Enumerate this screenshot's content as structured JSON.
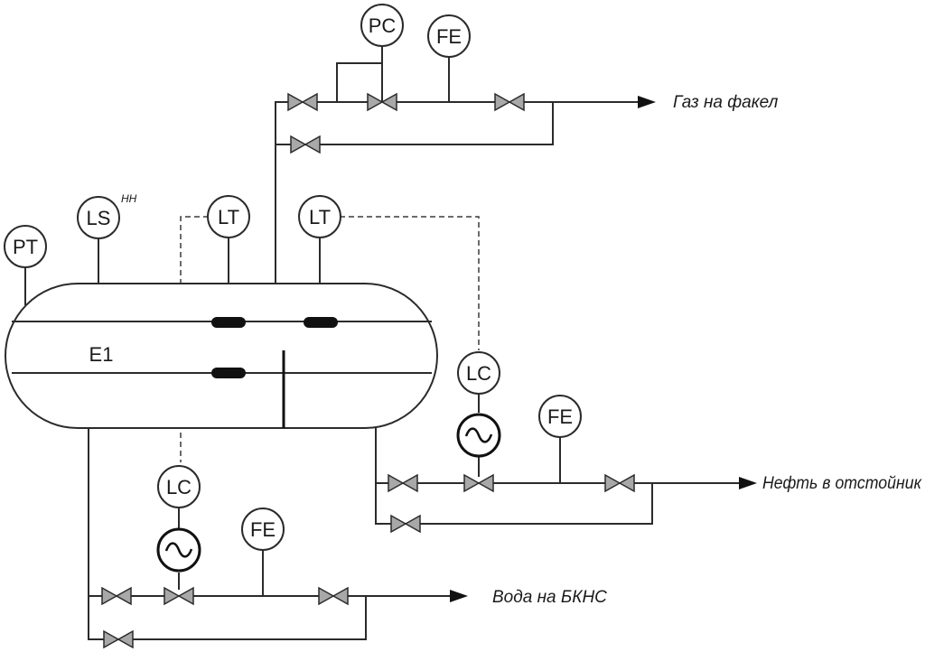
{
  "vessel": {
    "label": "E1"
  },
  "instruments": {
    "pt": "PT",
    "ls": "LS",
    "ls_sup": "НН",
    "lt_left": "LT",
    "lt_right": "LT",
    "pc": "PC",
    "fe_gas": "FE",
    "lc_oil": "LC",
    "fe_oil": "FE",
    "lc_water": "LC",
    "fe_water": "FE"
  },
  "outlets": {
    "gas": "Газ на факел",
    "oil": "Нефть в отстойник",
    "water": "Вода на БКНС"
  },
  "icons": {
    "valve": "gate-valve-icon",
    "control_valve_actuator": "sine-actuator-icon",
    "flow_arrow": "arrow-right-icon"
  }
}
